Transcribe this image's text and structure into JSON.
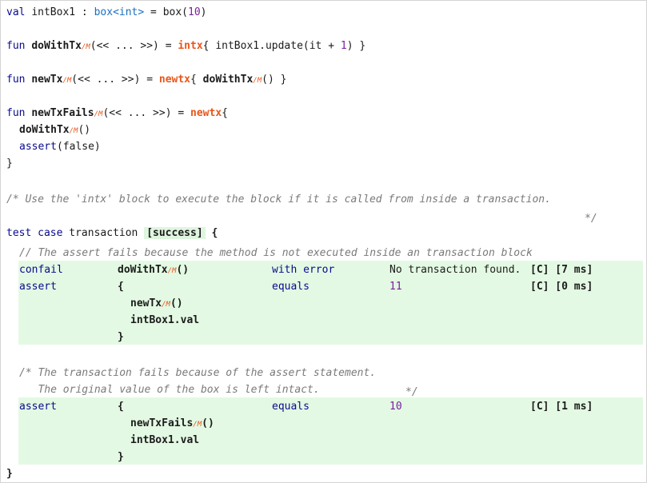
{
  "code": {
    "val_decl": {
      "kw": "val",
      "name": "intBox1 : ",
      "type": "box<int>",
      "eq": " = box(",
      "num": "10",
      "close": ")"
    },
    "fun1": {
      "kw": "fun",
      "name": "doWithTx",
      "marker": "/M",
      "params": "(<< ... >>) = ",
      "call": "intx",
      "body_a": "{ intBox1.update(it + ",
      "num": "1",
      "body_b": ") }"
    },
    "fun2": {
      "kw": "fun",
      "name": "newTx",
      "marker": "/M",
      "params": "(<< ... >>) = ",
      "call": "newtx",
      "body_a": "{ ",
      "inner": "doWithTx",
      "inner_marker": "/M",
      "body_b": "() }"
    },
    "fun3": {
      "kw": "fun",
      "name": "newTxFails",
      "marker": "/M",
      "params": "(<< ... >>) = ",
      "call": "newtx",
      "brace": "{"
    },
    "fun3_line2": {
      "name": "doWithTx",
      "marker": "/M",
      "rest": "()"
    },
    "fun3_line3": {
      "kw": "assert",
      "rest": "(false)"
    },
    "close_brace": "}",
    "comment1": "/* Use the 'intx' block to execute the block if it is called from inside a transaction.",
    "comment1_end": "*/",
    "test_header": {
      "kw1": "test",
      "kw2": "case",
      "name": "transaction",
      "badge": "[success]",
      "brace": "{"
    },
    "comment2": "// The assert fails because the method is not executed inside an transaction block",
    "confail": {
      "kw": "confail",
      "expr": "doWithTx",
      "marker": "/M",
      "expr_rest": "()",
      "op": "with error",
      "result": "No transaction found.",
      "status": "[C] [7 ms]"
    },
    "assert1": {
      "kw": "assert",
      "brace_open": "{",
      "op": "equals",
      "result": "11",
      "status": "[C] [0 ms]",
      "line2": "newTx",
      "line2_marker": "/M",
      "line2_rest": "()",
      "line3": "intBox1.val",
      "brace_close": "}"
    },
    "comment3_l1": "/* The transaction fails because of the assert statement.",
    "comment3_l2": "   The original value of the box is left intact.",
    "comment3_end": "*/",
    "assert2": {
      "kw": "assert",
      "brace_open": "{",
      "op": "equals",
      "result": "10",
      "status": "[C] [1 ms]",
      "line2": "newTxFails",
      "line2_marker": "/M",
      "line2_rest": "()",
      "line3": "intBox1.val",
      "brace_close": "}"
    },
    "final_brace": "}"
  },
  "colors": {
    "keyword": "#0a0a8f",
    "call": "#e8561b",
    "type": "#1a6fc2",
    "number": "#7a1f9e",
    "comment": "#7a7a7a",
    "result_bg": "#e3f9e3"
  }
}
